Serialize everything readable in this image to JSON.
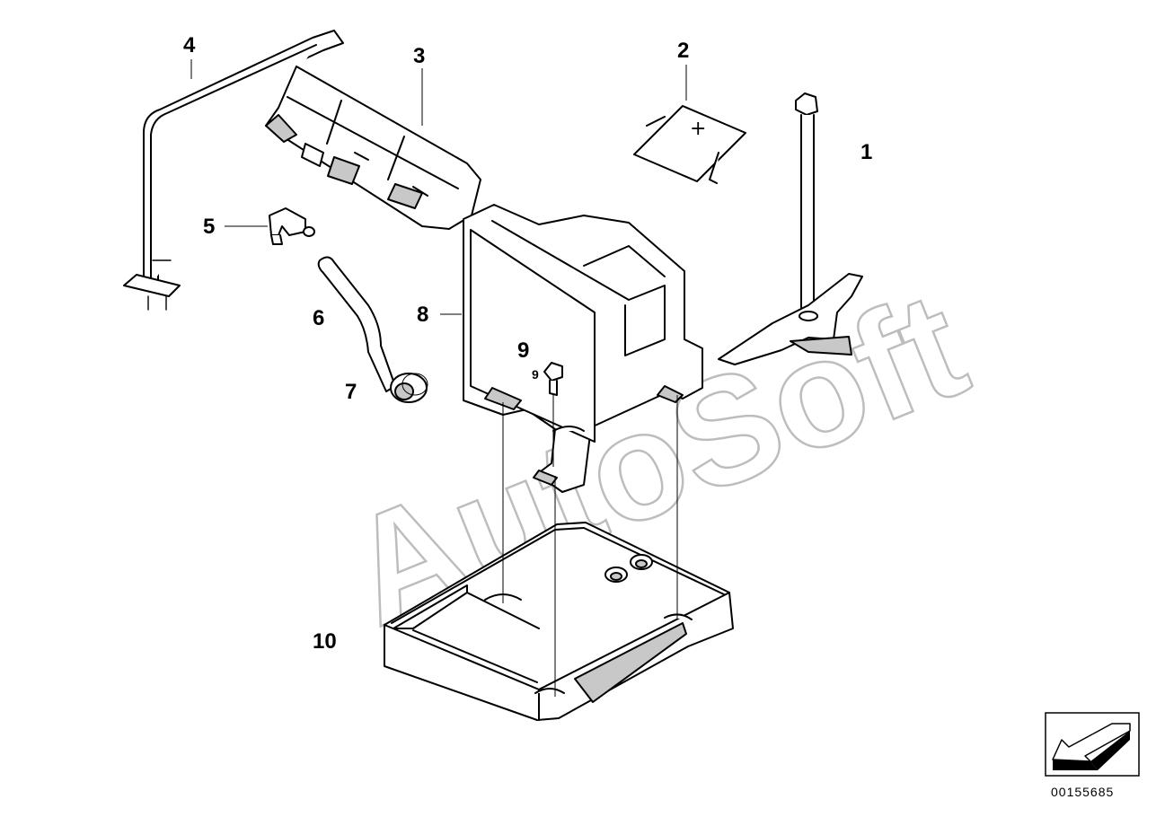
{
  "diagram": {
    "callouts": [
      {
        "id": "1",
        "label": "1"
      },
      {
        "id": "2",
        "label": "2"
      },
      {
        "id": "3",
        "label": "3"
      },
      {
        "id": "4",
        "label": "4"
      },
      {
        "id": "5",
        "label": "5"
      },
      {
        "id": "6",
        "label": "6"
      },
      {
        "id": "7",
        "label": "7"
      },
      {
        "id": "8",
        "label": "8"
      },
      {
        "id": "9",
        "label": "9"
      },
      {
        "id": "9b",
        "label": "9"
      },
      {
        "id": "10",
        "label": "10"
      }
    ],
    "cover_symbol": "+",
    "watermark": "AutoSoft",
    "part_number": "00155685",
    "nav_icon": "arrow-left-down-icon"
  }
}
